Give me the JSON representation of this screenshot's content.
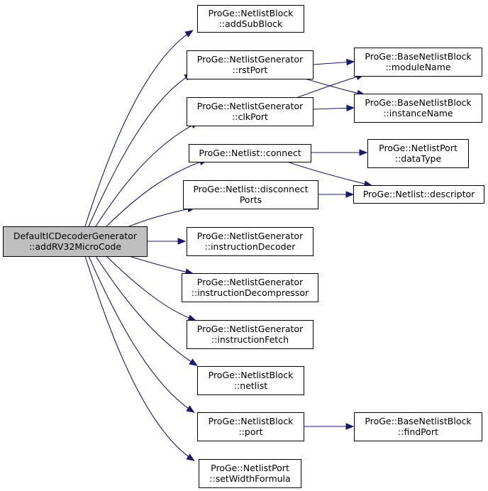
{
  "colors": {
    "edge": "#191970",
    "root_fill": "#bfbfbf",
    "node_fill": "#ffffff",
    "node_stroke": "#000000",
    "red_stroke": "#ff0000"
  },
  "nodes": {
    "root": {
      "lines": [
        "DefaultICDecoderGenerator",
        "::addRV32MicroCode"
      ]
    },
    "addSubBlock": {
      "lines": [
        "ProGe::NetlistBlock",
        "::addSubBlock"
      ]
    },
    "rstPort": {
      "lines": [
        "ProGe::NetlistGenerator",
        "::rstPort"
      ]
    },
    "clkPort": {
      "lines": [
        "ProGe::NetlistGenerator",
        "::clkPort"
      ]
    },
    "connect": {
      "lines": [
        "ProGe::Netlist::connect"
      ]
    },
    "disconnectPorts": {
      "lines": [
        "ProGe::Netlist::disconnect",
        "Ports"
      ]
    },
    "instructionDecoder": {
      "lines": [
        "ProGe::NetlistGenerator",
        "::instructionDecoder"
      ]
    },
    "instructionDecompressor": {
      "lines": [
        "ProGe::NetlistGenerator",
        "::instructionDecompressor"
      ]
    },
    "instructionFetch": {
      "lines": [
        "ProGe::NetlistGenerator",
        "::instructionFetch"
      ]
    },
    "netlist": {
      "lines": [
        "ProGe::NetlistBlock",
        "::netlist"
      ]
    },
    "port": {
      "lines": [
        "ProGe::NetlistBlock",
        "::port"
      ]
    },
    "setWidthFormula": {
      "lines": [
        "ProGe::NetlistPort",
        "::setWidthFormula"
      ]
    },
    "moduleName": {
      "lines": [
        "ProGe::BaseNetlistBlock",
        "::moduleName"
      ]
    },
    "instanceName": {
      "lines": [
        "ProGe::BaseNetlistBlock",
        "::instanceName"
      ]
    },
    "dataType": {
      "lines": [
        "ProGe::NetlistPort",
        "::dataType"
      ]
    },
    "descriptor": {
      "lines": [
        "ProGe::Netlist::descriptor"
      ]
    },
    "findPort": {
      "lines": [
        "ProGe::BaseNetlistBlock",
        "::findPort"
      ]
    }
  }
}
